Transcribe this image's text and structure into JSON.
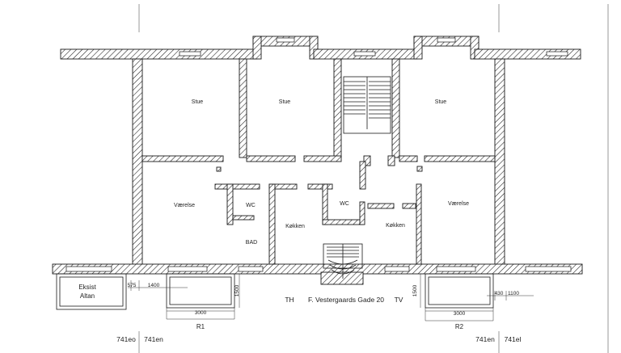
{
  "rooms": {
    "stue_1": "Stue",
    "stue_2": "Stue",
    "stue_3": "Stue",
    "vaerelse_1": "Værelse",
    "vaerelse_2": "Værelse",
    "wc_1": "WC",
    "wc_2": "WC",
    "bad": "BAD",
    "kokken_1": "Køkken",
    "kokken_2": "Køkken"
  },
  "labels": {
    "eksist_altan_1": "Eksist",
    "eksist_altan_2": "Altan",
    "th": "TH",
    "address": "F. Vestergaards Gade 20",
    "tv": "TV",
    "r1": "R1",
    "r2": "R2"
  },
  "dimensions": {
    "d575": "575",
    "d1400": "1400",
    "d1500_left": "1500",
    "d3000_left": "3000",
    "d1500_right": "1500",
    "d430": "430",
    "d1100": "1100",
    "d3000_right": "3000"
  },
  "grid_labels": {
    "g741eo": "741eo",
    "g741en_left": "741en",
    "g741en_right": "741en",
    "g741el": "741el"
  }
}
